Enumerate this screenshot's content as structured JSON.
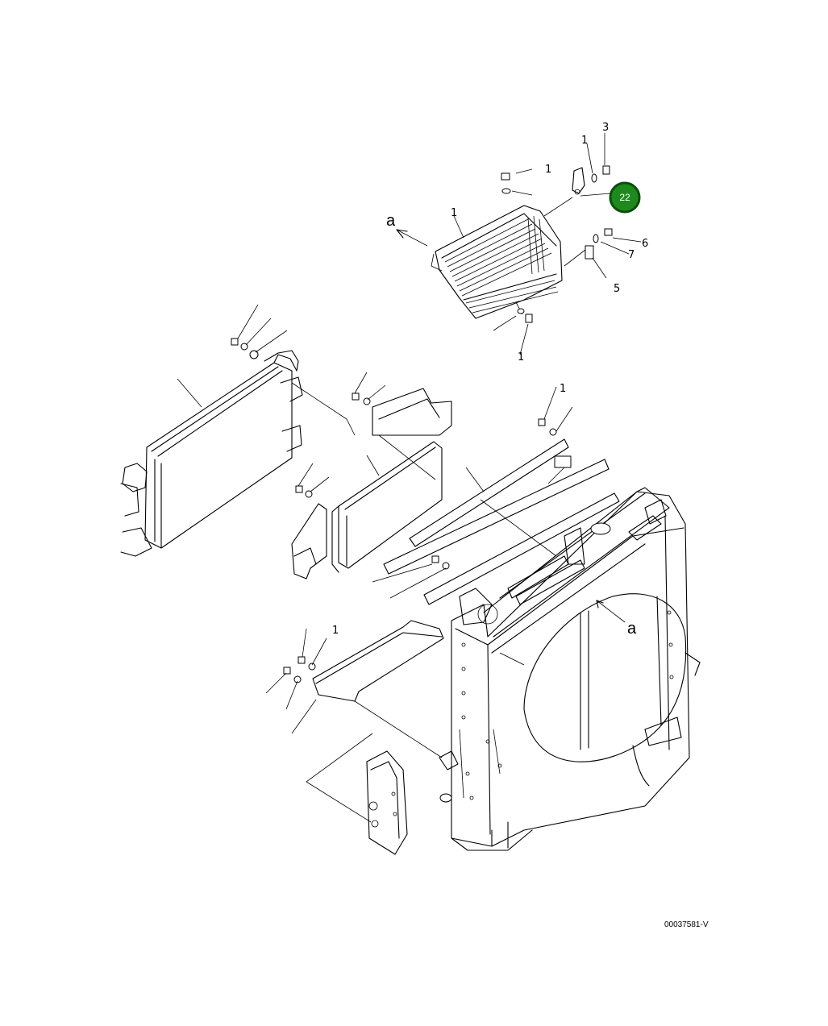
{
  "callouts": {
    "c3": "3",
    "c1a": "1",
    "c1b": "1",
    "c1c": "1",
    "c6": "6",
    "c7": "7",
    "c5": "5",
    "c1d": "1",
    "c1e": "1",
    "c1f": "1"
  },
  "refs": {
    "a_top": "a",
    "a_right": "a"
  },
  "badge": {
    "label": "22",
    "color": "#1e8a1e"
  },
  "figure_code": "00037581-V"
}
